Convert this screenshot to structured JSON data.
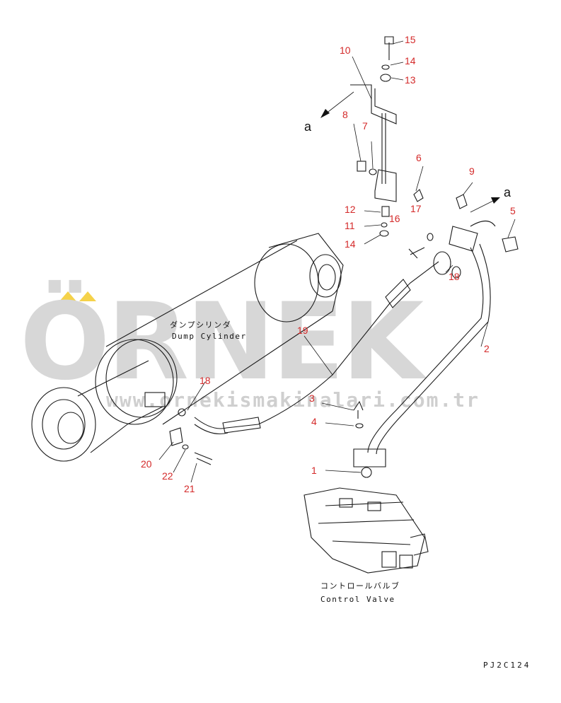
{
  "watermark": {
    "brand": "ÖRNEK",
    "url": "www.ornekismakinalari.com.tr",
    "accent_color": "#f5d24a"
  },
  "components": {
    "dump_cylinder_jp": "ダンプシリンダ",
    "dump_cylinder_en": "Dump Cylinder",
    "control_valve_jp": "コントロールバルブ",
    "control_valve_en": "Control Valve"
  },
  "view_marker": "a",
  "drawing_code": "PJ2C124",
  "part_numbers": [
    "15",
    "14",
    "13",
    "10",
    "8",
    "7",
    "6",
    "9",
    "5",
    "12",
    "16",
    "17",
    "11",
    "14",
    "18",
    "19",
    "2",
    "18",
    "3",
    "4",
    "20",
    "22",
    "21",
    "1"
  ],
  "colors": {
    "part_number": "#d42a2a",
    "line": "#1a1a1a",
    "watermark": "#d7d7d7"
  }
}
